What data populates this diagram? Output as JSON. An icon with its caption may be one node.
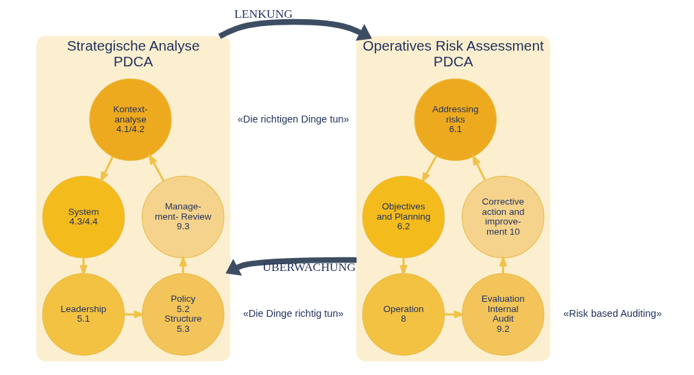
{
  "diagram": {
    "nodes": [
      {
        "text": [
          "Strategische Analyse",
          "PDCA"
        ]
      },
      {
        "text": [
          "Kontext- analyse",
          "4.1/4.2"
        ],
        "in": 0
      },
      {
        "text": [
          "System",
          "4.3/4.4"
        ],
        "in": 0
      },
      {
        "text": [
          "Leadership",
          "5.1"
        ],
        "in": 0
      },
      {
        "text": [
          "Policy",
          "5.2",
          "Structure",
          "5.3"
        ],
        "in": 0
      },
      {
        "text": [
          "Manage- ment- Review",
          "9.3"
        ],
        "in": 0
      },
      {
        "text": [
          "Operatives Risk Assessment",
          "PDCA"
        ]
      },
      {
        "text": [
          "Addressing risks",
          "6.1"
        ],
        "in": 6
      },
      {
        "text": [
          "Objectives and Planning",
          "6.2"
        ],
        "in": 6
      },
      {
        "text": [
          "Operation",
          "8"
        ],
        "in": 6
      },
      {
        "text": [
          "Evaluation",
          "Internal Audit",
          "9.2"
        ],
        "in": 6
      },
      {
        "text": [
          "Corrective action and improve- ment 10"
        ],
        "in": 6
      }
    ],
    "edges": [
      {
        "from": 0,
        "to": 6,
        "arrow": "to",
        "label": "LENKUNG",
        "style": "thick",
        "color": "#3d4d63"
      },
      {
        "from": 1,
        "to": 2,
        "arrow": "to"
      },
      {
        "from": 2,
        "to": 3,
        "arrow": "to"
      },
      {
        "from": 3,
        "to": 4,
        "arrow": "to"
      },
      {
        "from": 4,
        "to": 5,
        "arrow": "to"
      },
      {
        "from": 5,
        "to": 1,
        "arrow": "to"
      },
      {
        "from": 7,
        "to": 8,
        "arrow": "to"
      },
      {
        "from": 8,
        "to": 9,
        "arrow": "to"
      },
      {
        "from": 9,
        "to": 10,
        "arrow": "to"
      },
      {
        "from": 10,
        "to": 11,
        "arrow": "to"
      },
      {
        "from": 11,
        "to": 7,
        "arrow": "to"
      },
      {
        "from": 6,
        "to": 0,
        "arrow": "to",
        "label": "ÜBERWACHUNG",
        "style": "thick",
        "color": "#3d4d63"
      }
    ],
    "labels": [
      "«Die richtigen Dinge tun»",
      "«Die Dinge richtig tun»",
      "«Risk based Auditing»"
    ]
  }
}
